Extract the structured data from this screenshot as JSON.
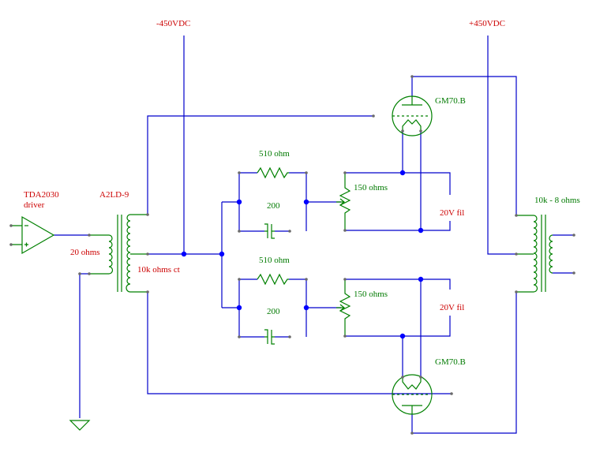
{
  "rails": {
    "negative": "-450VDC",
    "positive": "+450VDC"
  },
  "driver": {
    "name": "TDA2030",
    "role": "driver"
  },
  "input_transformer": {
    "name": "A2LD-9",
    "primary": "20 ohms",
    "secondary": "10k ohms ct"
  },
  "upper_stage": {
    "resistor": "510 ohm",
    "capacitor": "200",
    "pot": "150 ohms",
    "filament": "20V fil",
    "tube": "GM70.B"
  },
  "lower_stage": {
    "resistor": "510 ohm",
    "capacitor": "200",
    "pot": "150 ohms",
    "filament": "20V fil",
    "tube": "GM70.B"
  },
  "output_transformer": {
    "ratio": "10k - 8 ohms"
  },
  "colors": {
    "wire": "#0000cc",
    "component": "#008000",
    "label_red": "#cc0000",
    "label_green": "#007a00",
    "node": "#0000ff"
  }
}
